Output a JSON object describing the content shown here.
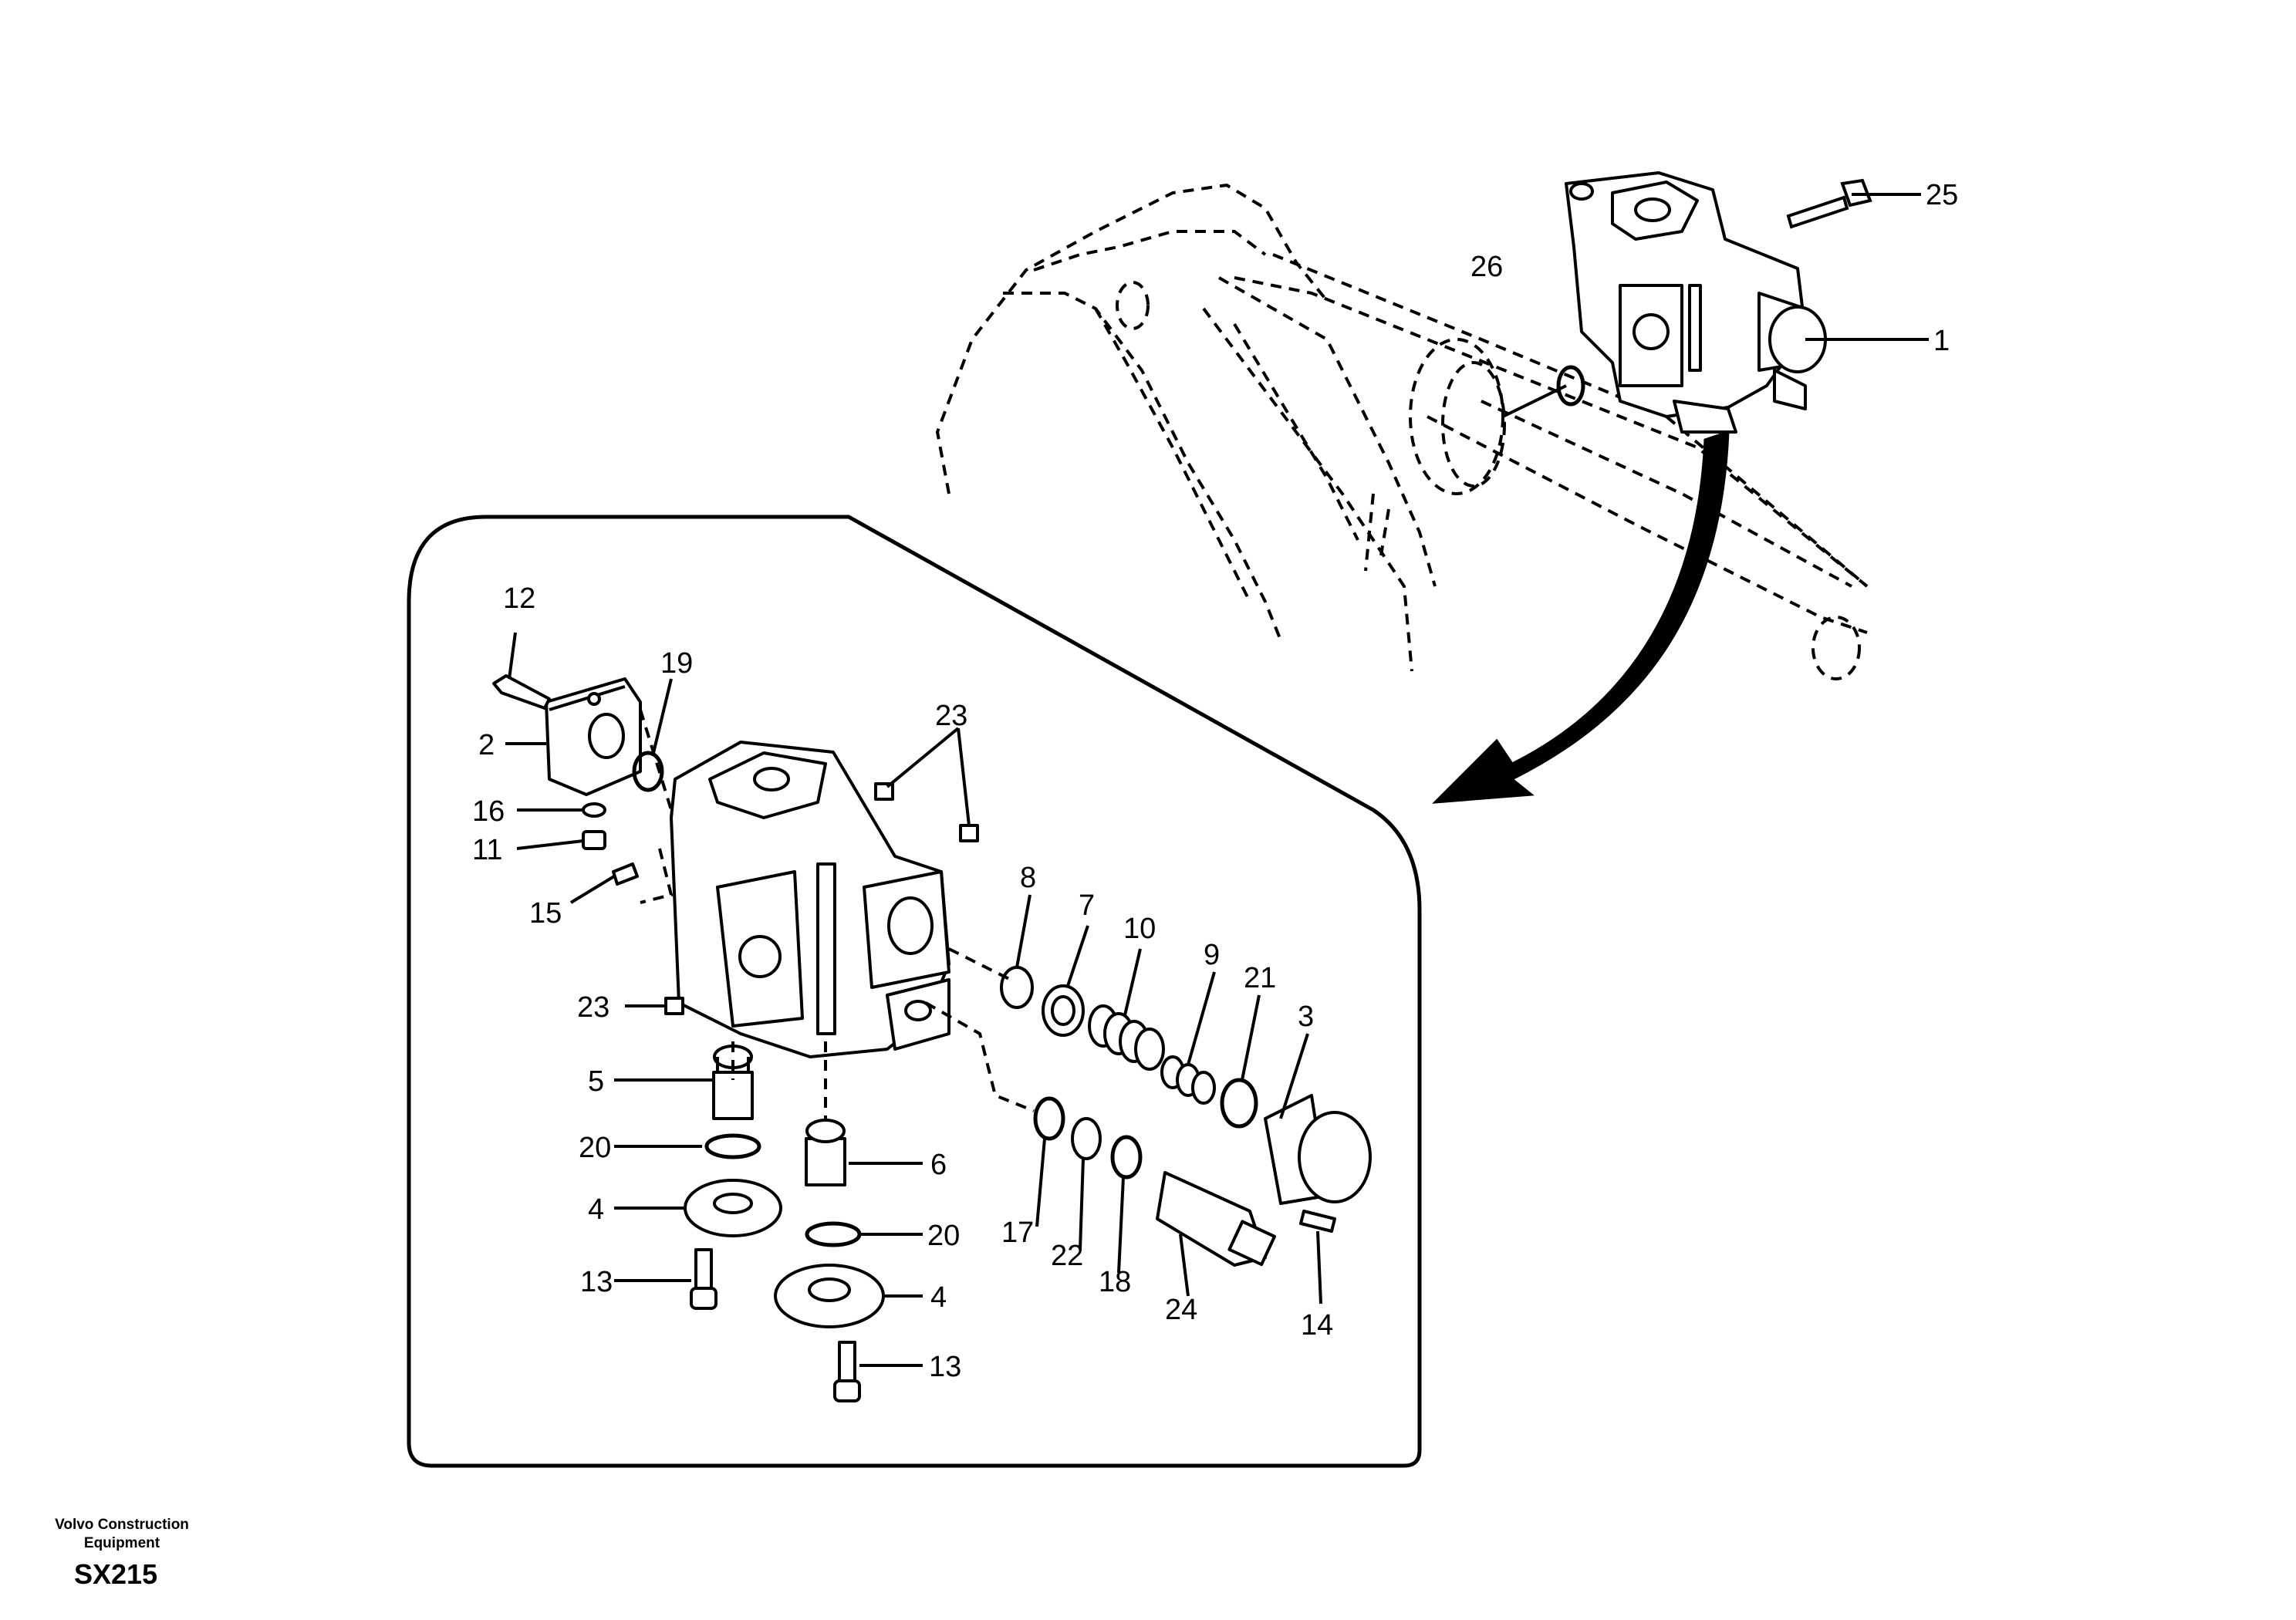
{
  "callouts": {
    "n1": "1",
    "n2": "2",
    "n3": "3",
    "n4a": "4",
    "n4b": "4",
    "n5": "5",
    "n6": "6",
    "n7": "7",
    "n8": "8",
    "n9": "9",
    "n10": "10",
    "n11": "11",
    "n12": "12",
    "n13a": "13",
    "n13b": "13",
    "n14": "14",
    "n15": "15",
    "n16": "16",
    "n17": "17",
    "n18": "18",
    "n19": "19",
    "n20a": "20",
    "n20b": "20",
    "n21": "21",
    "n22": "22",
    "n23a": "23",
    "n23b": "23",
    "n24": "24",
    "n25": "25",
    "n26": "26"
  },
  "footer": {
    "company_line1": "Volvo Construction",
    "company_line2": "Equipment",
    "figure_code": "SX215"
  }
}
